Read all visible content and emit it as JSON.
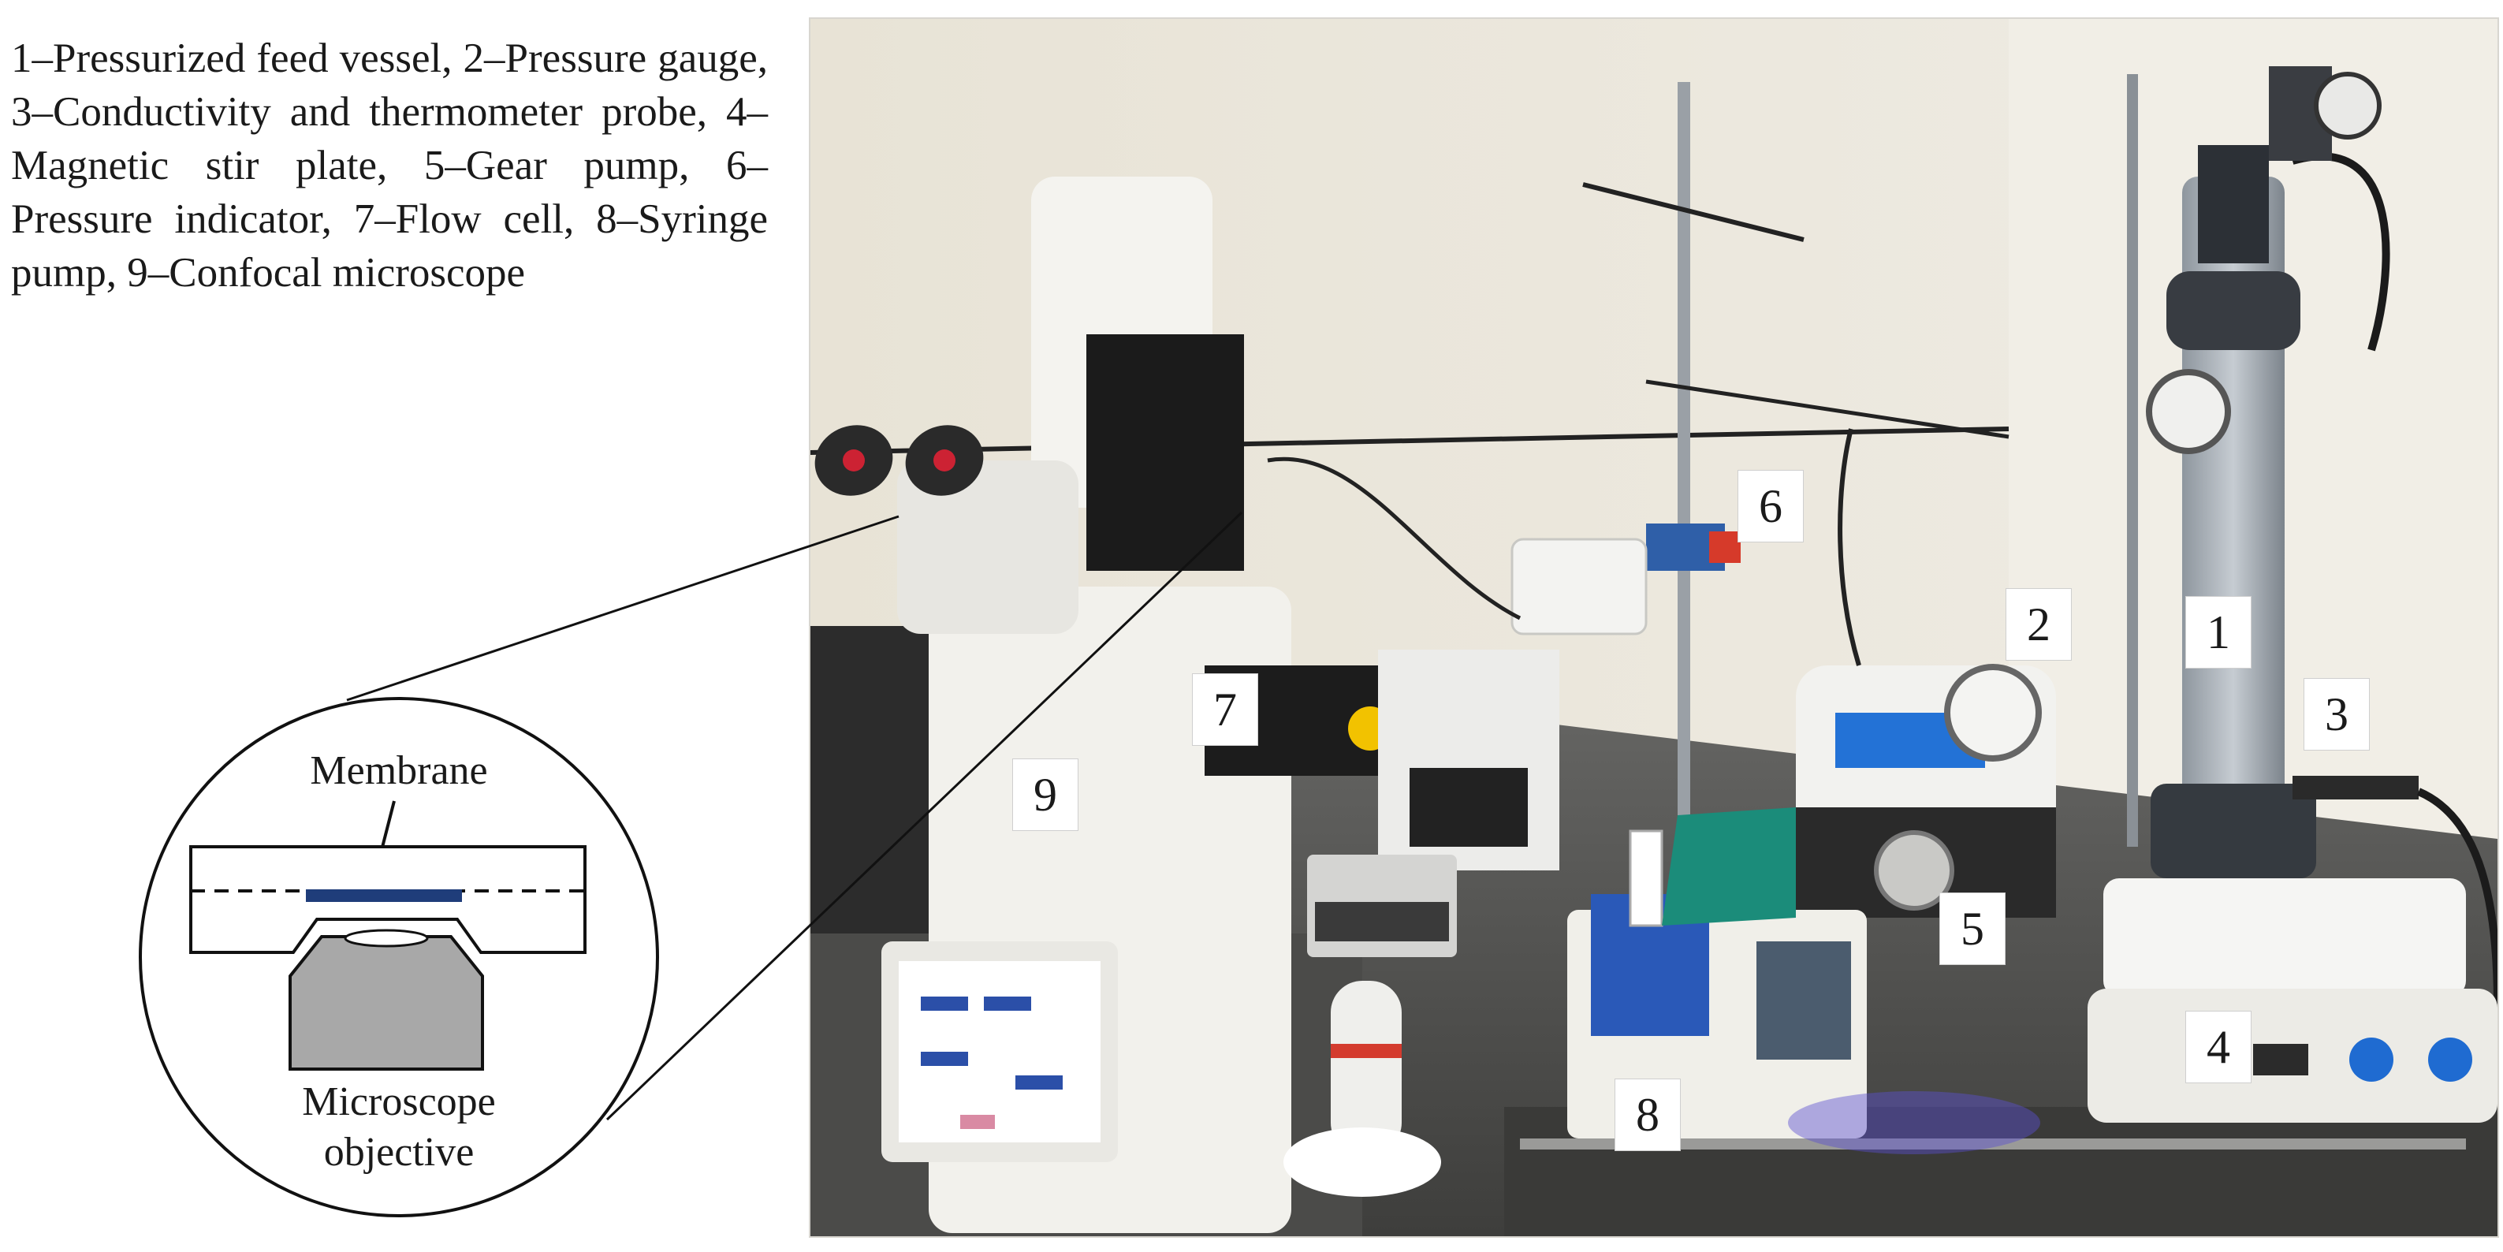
{
  "legend": {
    "text": "1–Pressurized feed vessel, 2–Pressure gauge, 3–Conductivity and thermometer probe, 4–Magnetic stir plate, 5–Gear pump, 6–Pressure indicator, 7–Flow cell, 8–Syringe pump, 9–Confocal microscope"
  },
  "labels": [
    "1",
    "2",
    "3",
    "4",
    "5",
    "6",
    "7",
    "8",
    "9"
  ],
  "inset": {
    "membrane_label": "Membrane",
    "objective_label_line1": "Microscope",
    "objective_label_line2": "objective"
  },
  "colors": {
    "wall": "#e9e6dc",
    "bench": "#5a5a58",
    "membrane": "#1f3d7a",
    "objective": "#a8a8a8"
  }
}
